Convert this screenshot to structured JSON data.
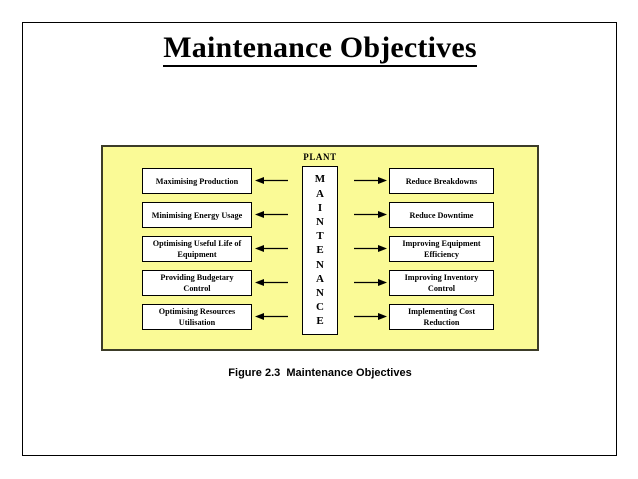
{
  "slide": {
    "title": "Maintenance Objectives",
    "caption": "Figure 2.3  Maintenance Objectives",
    "page_background": "#ffffff",
    "frame_border_color": "#000000"
  },
  "diagram": {
    "panel_label": "PLANT",
    "panel_background": "#fafa96",
    "panel_border_color": "#3c3c28",
    "node_background": "#ffffff",
    "node_border_color": "#000000",
    "center": {
      "label": "MAINTENANCE",
      "orientation": "vertical",
      "letters": [
        "M",
        "A",
        "I",
        "N",
        "T",
        "E",
        "N",
        "A",
        "N",
        "C",
        "E"
      ]
    },
    "left_column": {
      "arrow_direction": "left",
      "items": [
        {
          "label": "Maximising Production"
        },
        {
          "label": "Minimising Energy Usage"
        },
        {
          "label": "Optimising Useful Life of Equipment"
        },
        {
          "label": "Providing Budgetary Control"
        },
        {
          "label": "Optimising Resources Utilisation"
        }
      ]
    },
    "right_column": {
      "arrow_direction": "right",
      "items": [
        {
          "label": "Reduce Breakdowns"
        },
        {
          "label": "Reduce Downtime"
        },
        {
          "label": "Improving Equipment Efficiency"
        },
        {
          "label": "Improving Inventory Control"
        },
        {
          "label": "Implementing Cost Reduction"
        }
      ]
    }
  }
}
